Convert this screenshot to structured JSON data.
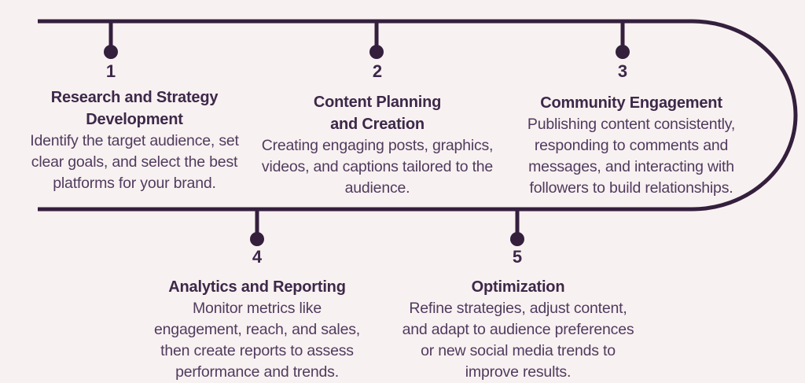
{
  "theme": {
    "background": "#f8f1f1",
    "track_color": "#341f3d",
    "heading_color": "#3d2849",
    "body_text_color": "#503b5e"
  },
  "timeline": {
    "steps": [
      {
        "number": "1",
        "title_lines": [
          "Research and Strategy",
          "Development"
        ],
        "body_lines": [
          "Identify the target audience, set",
          "clear goals, and select the best",
          "platforms for your brand."
        ]
      },
      {
        "number": "2",
        "title_lines": [
          "Content Planning",
          "and Creation"
        ],
        "body_lines": [
          "Creating engaging posts, graphics,",
          "videos, and captions tailored to the",
          "audience."
        ]
      },
      {
        "number": "3",
        "title_lines": [
          "Community Engagement"
        ],
        "body_lines": [
          "Publishing content consistently,",
          "responding to comments and",
          "messages, and interacting with",
          "followers to build relationships."
        ]
      },
      {
        "number": "4",
        "title_lines": [
          "Analytics and Reporting"
        ],
        "body_lines": [
          "Monitor metrics like",
          "engagement, reach, and sales,",
          "then create reports to assess",
          "performance and trends."
        ]
      },
      {
        "number": "5",
        "title_lines": [
          "Optimization"
        ],
        "body_lines": [
          "Refine strategies, adjust content,",
          "and adapt to audience preferences",
          "or new social media trends to",
          "improve results."
        ]
      }
    ]
  }
}
